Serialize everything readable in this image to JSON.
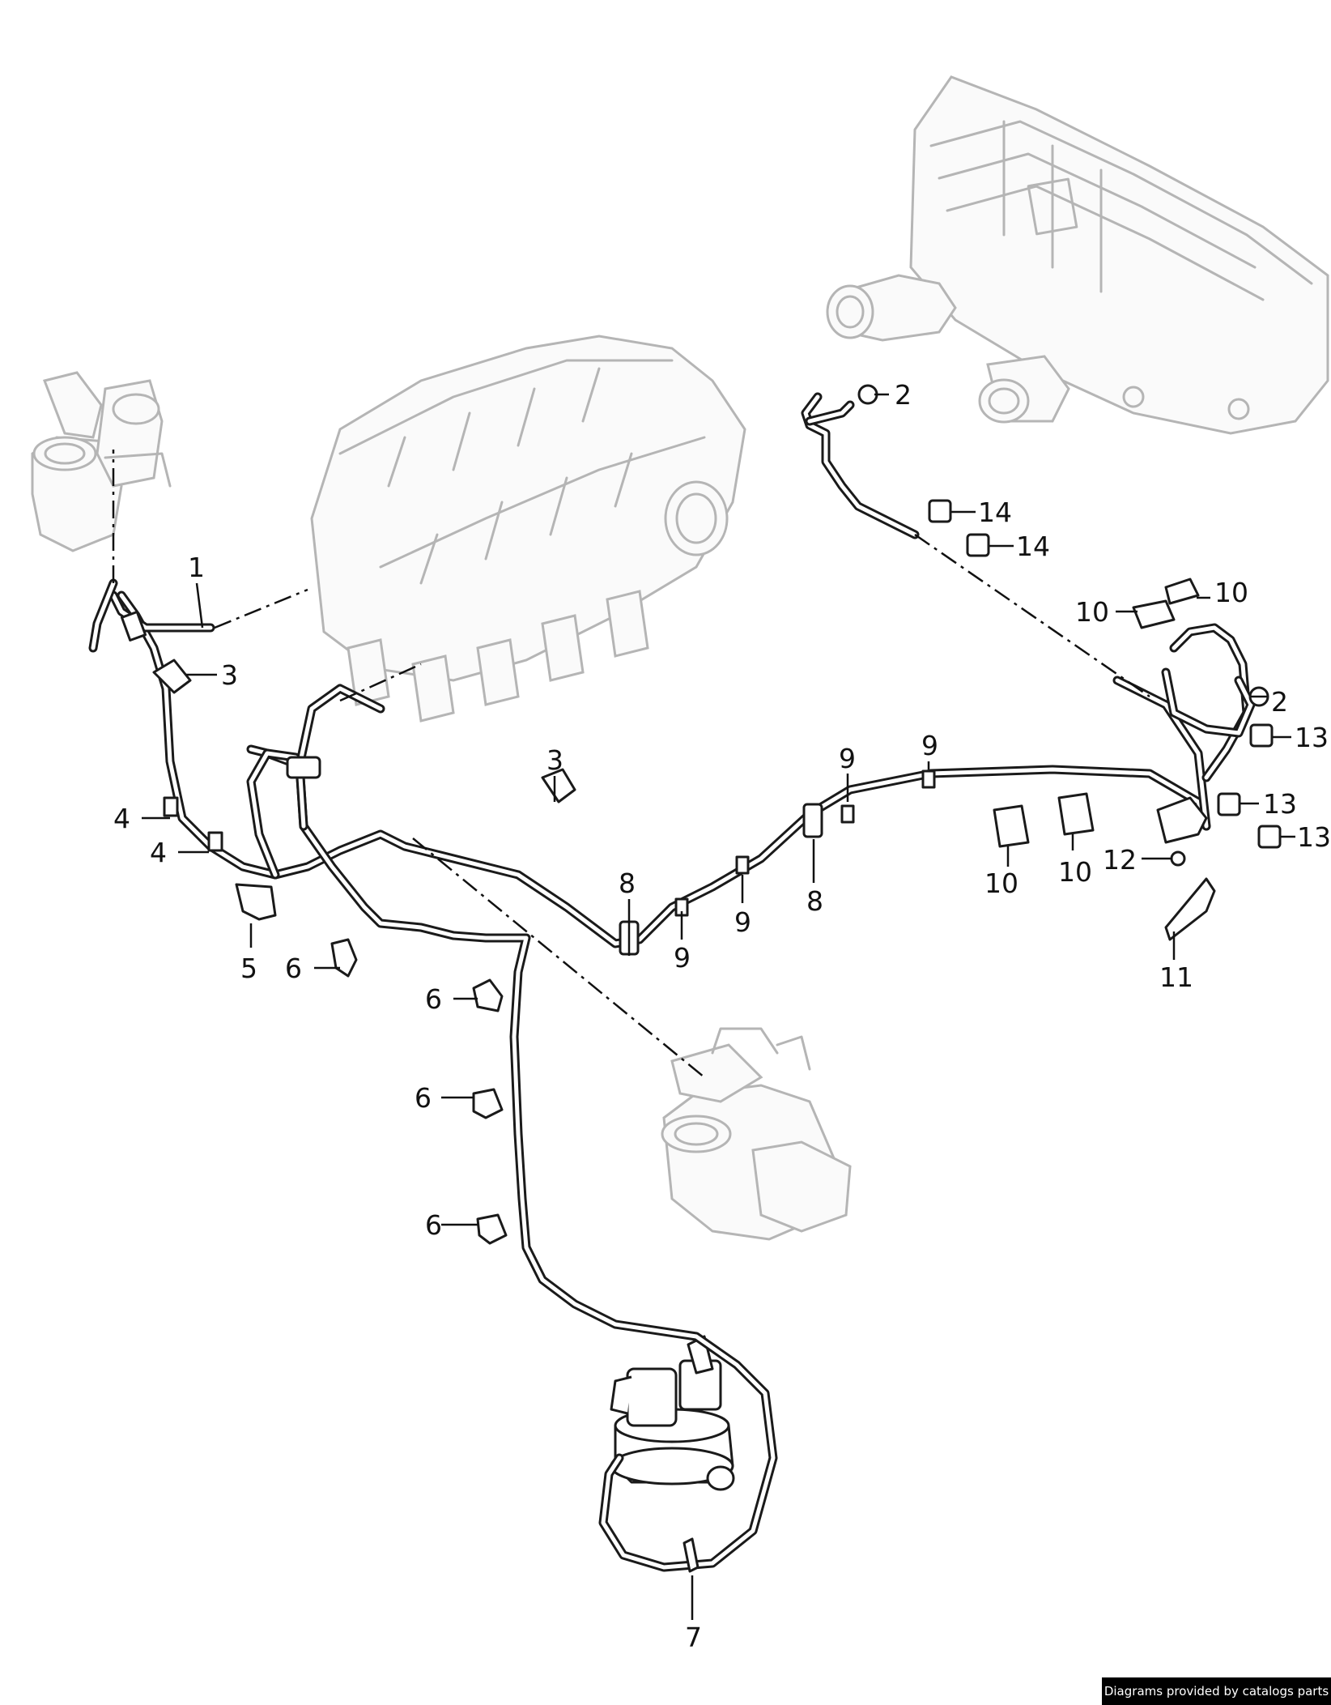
{
  "callouts": [
    {
      "id": "1",
      "label": "1"
    },
    {
      "id": "2a",
      "label": "2"
    },
    {
      "id": "2b",
      "label": "2"
    },
    {
      "id": "3a",
      "label": "3"
    },
    {
      "id": "3b",
      "label": "3"
    },
    {
      "id": "4a",
      "label": "4"
    },
    {
      "id": "4b",
      "label": "4"
    },
    {
      "id": "5",
      "label": "5"
    },
    {
      "id": "6a",
      "label": "6"
    },
    {
      "id": "6b",
      "label": "6"
    },
    {
      "id": "6c",
      "label": "6"
    },
    {
      "id": "6d",
      "label": "6"
    },
    {
      "id": "7",
      "label": "7"
    },
    {
      "id": "8a",
      "label": "8"
    },
    {
      "id": "8b",
      "label": "8"
    },
    {
      "id": "9a",
      "label": "9"
    },
    {
      "id": "9b",
      "label": "9"
    },
    {
      "id": "9c",
      "label": "9"
    },
    {
      "id": "9d",
      "label": "9"
    },
    {
      "id": "10a",
      "label": "10"
    },
    {
      "id": "10b",
      "label": "10"
    },
    {
      "id": "10c",
      "label": "10"
    },
    {
      "id": "10d",
      "label": "10"
    },
    {
      "id": "11",
      "label": "11"
    },
    {
      "id": "12",
      "label": "12"
    },
    {
      "id": "13a",
      "label": "13"
    },
    {
      "id": "13b",
      "label": "13"
    },
    {
      "id": "13c",
      "label": "13"
    },
    {
      "id": "14a",
      "label": "14"
    },
    {
      "id": "14b",
      "label": "14"
    }
  ],
  "watermark": "Diagrams provided by catalogs parts",
  "colors": {
    "line": "#1a1a1a",
    "ghost": "#b5b5b5",
    "background": "#ffffff"
  }
}
